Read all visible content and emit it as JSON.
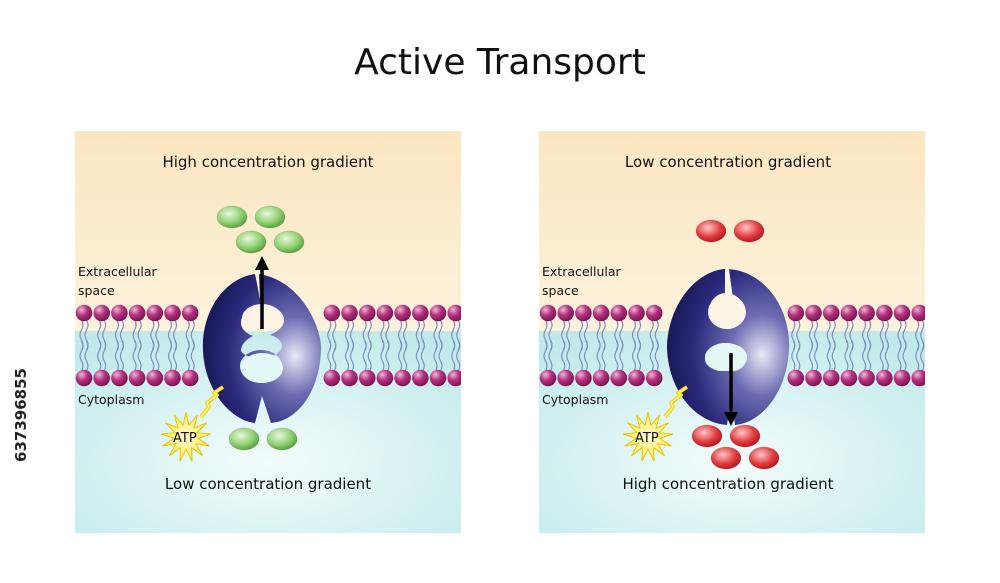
{
  "title": "Active Transport",
  "stock_id": "637396855",
  "colors": {
    "extracellular": "#fbeccc",
    "cytoplasm": "#c9eff0",
    "phospholipid_head": "#b3327e",
    "protein": "#2b2a7c",
    "green_molecule": "#8fd170",
    "red_molecule": "#e23b3e",
    "atp_burst": "#fbe93a"
  },
  "panels": [
    {
      "top_label": "High concentration gradient",
      "bottom_label": "Low concentration gradient",
      "extracellular_label": "Extracellular space",
      "cytoplasm_label": "Cytoplasm",
      "atp_label": "ATP",
      "molecule_color": "green",
      "arrow_direction": "up"
    },
    {
      "top_label": "Low concentration gradient",
      "bottom_label": "High concentration gradient",
      "extracellular_label": "Extracellular space",
      "cytoplasm_label": "Cytoplasm",
      "atp_label": "ATP",
      "molecule_color": "red",
      "arrow_direction": "down"
    }
  ]
}
